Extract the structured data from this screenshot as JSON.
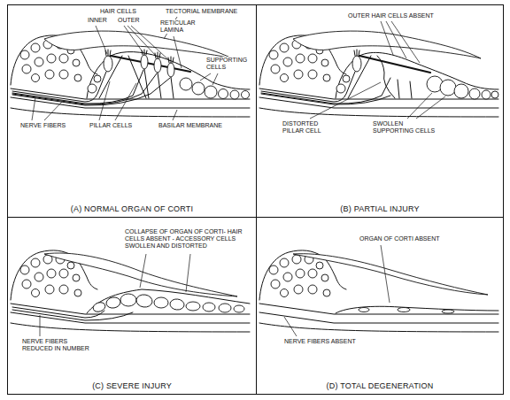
{
  "diagram": {
    "nodes": [
      {
        "text": [
          "(A) NORMAL ORGAN OF CORTI"
        ]
      },
      {
        "text": [
          "(B) PARTIAL INJURY"
        ]
      },
      {
        "text": [
          "(C) SEVERE INJURY"
        ]
      },
      {
        "text": [
          "(D) TOTAL DEGENERATION"
        ]
      }
    ],
    "labels": [
      "HAIR CELLS",
      "INNER",
      "OUTER",
      "TECTORIAL MEMBRANE",
      "RETICULAR LAMINA",
      "SUPPORTING CELLS",
      "PILLAR CELLS",
      "BASILAR MEMBRANE",
      "NERVE FIBERS",
      "OUTER HAIR CELLS ABSENT",
      "DISTORTED PILLAR CELL",
      "SWOLLEN SUPPORTING CELLS",
      "COLLAPSE OF ORGAN OF CORTI- HAIR CELLS ABSENT - ACCESSORY CELLS SWOLLEN AND DISTORTED",
      "NERVE FIBERS REDUCED IN NUMBER",
      "ORGAN OF CORTI ABSENT",
      "NERVE FIBERS ABSENT"
    ]
  }
}
